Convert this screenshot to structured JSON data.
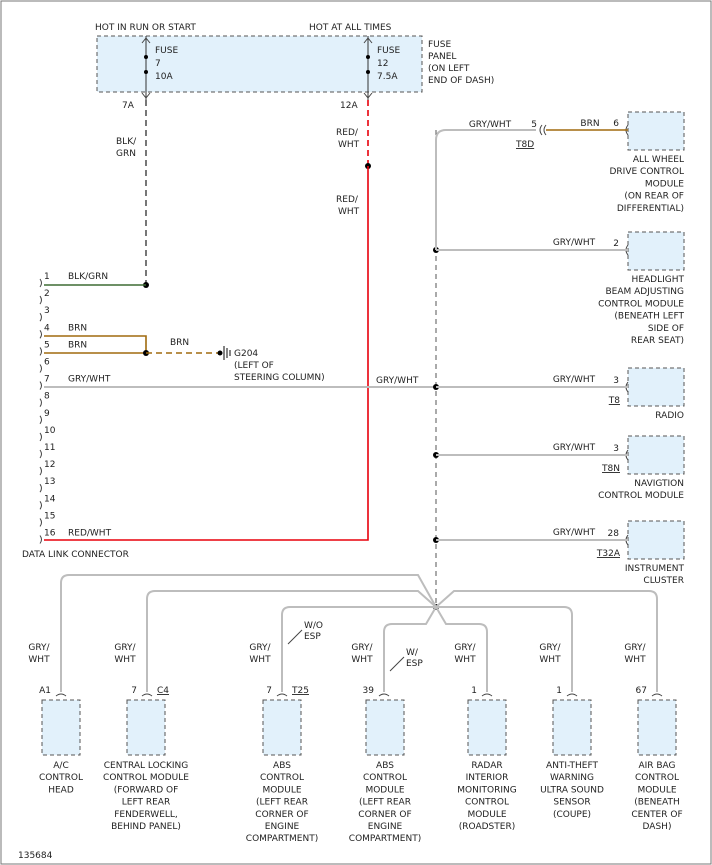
{
  "fuse_panel": {
    "header_left": "HOT IN RUN OR START",
    "header_right": "HOT AT ALL TIMES",
    "label": [
      "FUSE",
      "PANEL",
      "(ON LEFT",
      "END OF DASH)"
    ],
    "fuse_a": {
      "name": "FUSE",
      "num": "7",
      "amp": "10A",
      "terminal": "7A"
    },
    "fuse_b": {
      "name": "FUSE",
      "num": "12",
      "amp": "7.5A",
      "terminal": "12A"
    }
  },
  "wires": {
    "blk_grn_1": "BLK/",
    "blk_grn_2": "GRN",
    "red_wht_1a": "RED/",
    "red_wht_1b": "WHT",
    "red_wht_2a": "RED/",
    "red_wht_2b": "WHT",
    "brn_g204": "BRN",
    "gry_wht_mid": "GRY/WHT"
  },
  "ground": {
    "name": "G204",
    "desc": [
      "(LEFT OF",
      "STEERING COLUMN)"
    ]
  },
  "dlc": {
    "label": "DATA LINK CONNECTOR",
    "pins": [
      {
        "num": "1",
        "wire": "BLK/GRN"
      },
      {
        "num": "2",
        "wire": ""
      },
      {
        "num": "3",
        "wire": ""
      },
      {
        "num": "4",
        "wire": "BRN"
      },
      {
        "num": "5",
        "wire": "BRN"
      },
      {
        "num": "6",
        "wire": ""
      },
      {
        "num": "7",
        "wire": "GRY/WHT"
      },
      {
        "num": "8",
        "wire": ""
      },
      {
        "num": "9",
        "wire": ""
      },
      {
        "num": "10",
        "wire": ""
      },
      {
        "num": "11",
        "wire": ""
      },
      {
        "num": "12",
        "wire": ""
      },
      {
        "num": "13",
        "wire": ""
      },
      {
        "num": "14",
        "wire": ""
      },
      {
        "num": "15",
        "wire": ""
      },
      {
        "num": "16",
        "wire": "RED/WHT"
      }
    ]
  },
  "right_modules": [
    {
      "wire": "BRN",
      "pin_left": "5",
      "pin": "6",
      "connector": "T8D",
      "wire_left": "GRY/WHT",
      "label": [
        "ALL WHEEL",
        "DRIVE CONTROL",
        "MODULE",
        "(ON REAR OF",
        "DIFFERENTIAL)"
      ]
    },
    {
      "wire": "GRY/WHT",
      "pin": "2",
      "connector": "",
      "label": [
        "HEADLIGHT",
        "BEAM ADJUSTING",
        "CONTROL MODULE",
        "(BENEATH LEFT",
        "SIDE OF",
        "REAR SEAT)"
      ]
    },
    {
      "wire": "GRY/WHT",
      "pin": "3",
      "connector": "T8",
      "label": [
        "RADIO"
      ]
    },
    {
      "wire": "GRY/WHT",
      "pin": "3",
      "connector": "T8N",
      "label": [
        "NAVIGTION",
        "CONTROL MODULE"
      ]
    },
    {
      "wire": "GRY/WHT",
      "pin": "28",
      "connector": "T32A",
      "label": [
        "INSTRUMENT",
        "CLUSTER"
      ]
    }
  ],
  "bottom_modules": [
    {
      "wire_a": "GRY/",
      "wire_b": "WHT",
      "pin": "A1",
      "connector": "",
      "label": [
        "A/C",
        "CONTROL",
        "HEAD"
      ]
    },
    {
      "wire_a": "GRY/",
      "wire_b": "WHT",
      "pin": "7",
      "connector": "C4",
      "label": [
        "CENTRAL LOCKING",
        "CONTROL MODULE",
        "(FORWARD OF",
        "LEFT REAR",
        "FENDERWELL,",
        "BEHIND PANEL)"
      ]
    },
    {
      "wire_a": "GRY/",
      "wire_b": "WHT",
      "pin": "7",
      "connector": "T25",
      "label": [
        "ABS",
        "CONTROL",
        "MODULE",
        "(LEFT REAR",
        "CORNER OF",
        "ENGINE",
        "COMPARTMENT)"
      ],
      "note": [
        "W/O",
        "ESP"
      ]
    },
    {
      "wire_a": "GRY/",
      "wire_b": "WHT",
      "pin": "39",
      "connector": "",
      "label": [
        "ABS",
        "CONTROL",
        "MODULE",
        "(LEFT REAR",
        "CORNER OF",
        "ENGINE",
        "COMPARTMENT)"
      ],
      "note": [
        "W/",
        "ESP"
      ]
    },
    {
      "wire_a": "GRY/",
      "wire_b": "WHT",
      "pin": "1",
      "connector": "",
      "label": [
        "RADAR",
        "INTERIOR",
        "MONITORING",
        "CONTROL",
        "MODULE",
        "(ROADSTER)"
      ]
    },
    {
      "wire_a": "GRY/",
      "wire_b": "WHT",
      "pin": "1",
      "connector": "",
      "label": [
        "ANTI-THEFT",
        "WARNING",
        "ULTRA SOUND",
        "SENSOR",
        "(COUPE)"
      ]
    },
    {
      "wire_a": "GRY/",
      "wire_b": "WHT",
      "pin": "67",
      "connector": "",
      "label": [
        "AIR BAG",
        "CONTROL",
        "MODULE",
        "(BENEATH",
        "CENTER OF",
        "DASH)"
      ]
    }
  ],
  "figure_id": "135684"
}
